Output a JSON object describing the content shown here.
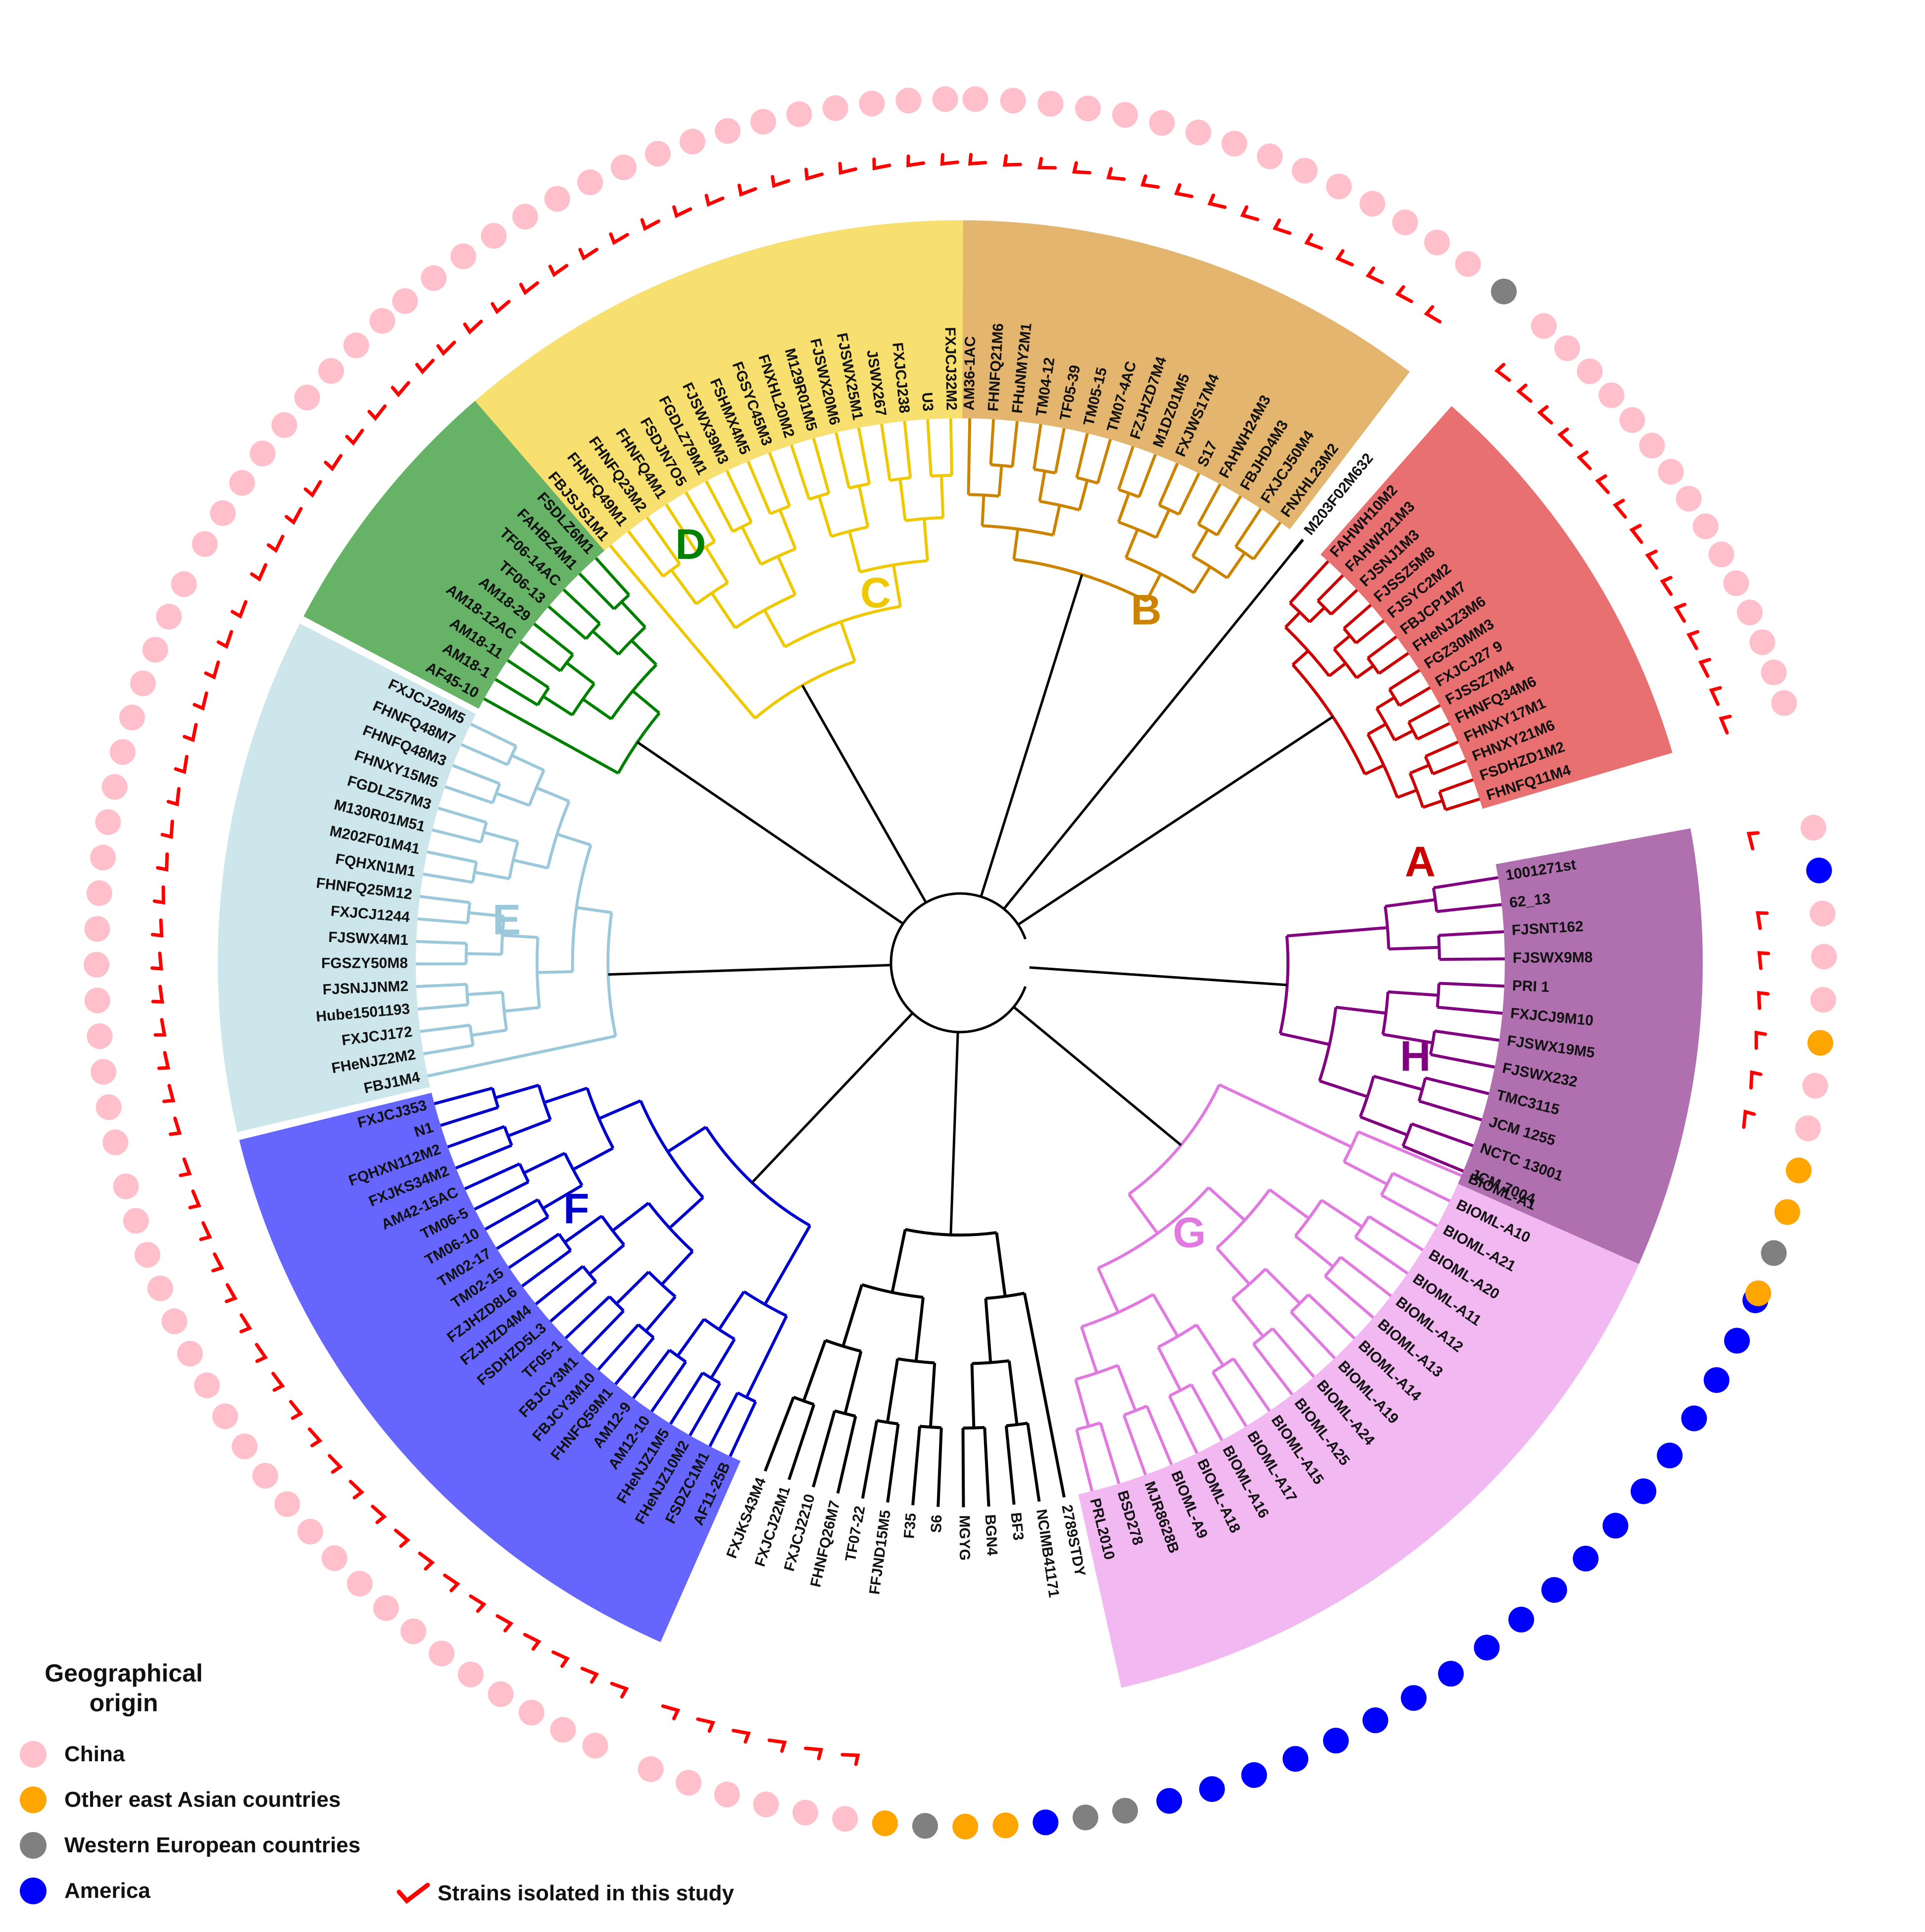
{
  "colors": {
    "China": "#FFC0CB",
    "Other east Asian countries": "#FFA500",
    "Western European countries": "#808080",
    "America": "#0000FF",
    "mark": "#FF0000"
  },
  "legend": {
    "title": "Geographical origin",
    "items": [
      {
        "label": "China",
        "color": "#FFC0CB"
      },
      {
        "label": "Other east Asian countries",
        "color": "#FFA500"
      },
      {
        "label": "Western European countries",
        "color": "#808080"
      },
      {
        "label": "America",
        "color": "#0000FF"
      }
    ],
    "study_mark_label": "Strains isolated in this study"
  },
  "clades": [
    {
      "id": "A",
      "line": "#CC0000",
      "band": "#E87070",
      "leaves": [
        "FHNFQ11M4",
        "FSDHZD1M2",
        "FHNXY21M6",
        "FHNXY17M1",
        "FHNFQ34M6",
        "FJSSZ7M4",
        "FXJCJ27 9",
        "FGZ30MM3",
        "FHeNJZ3M6",
        "FBJCP1M7",
        "FJSYC2M2",
        "FJSSZ5M8",
        "FJSNJ1M3",
        "FAHWH21M3",
        "FAHWH10M2"
      ]
    },
    {
      "id": "single",
      "line": "#000000",
      "band": null,
      "leaves": [
        "M203F02M632"
      ]
    },
    {
      "id": "B",
      "line": "#CC8400",
      "band": "#E3B56E",
      "leaves": [
        "FNXHL23M2",
        "FXJCJ50M4",
        "FBJHD4M3",
        "FAHWH24M3",
        "S17",
        "FXJWS17M4",
        "M1DZ01M5",
        "FZJHZD7M4",
        "TM07-4AC",
        "TM05-15",
        "TF05-39",
        "TM04-12",
        "FHuNMY2M1",
        "FHNFQ21M6",
        "AM36-1AC"
      ]
    },
    {
      "id": "C",
      "line": "#F0C800",
      "band": "#F8E070",
      "leaves": [
        "FXJCJ32M2",
        "U3",
        "FXJCJ238",
        "JSWX267",
        "FJSWX25M1",
        "FJSWX20M6",
        "M129R01M5",
        "FNXHL20M2",
        "FGSYC45M3",
        "FSHMX4M5",
        "FJSWX39M3",
        "FGDLZ79M1",
        "FSDJN7O5",
        "FHNFQ4M1",
        "FHNFQ23M2",
        "FHNFQ49M1",
        "FBJSJS1M1"
      ]
    },
    {
      "id": "D",
      "line": "#008000",
      "band": "#66B266",
      "leaves": [
        "FSDLZ6M1",
        "FAHBZ4M1",
        "TF06-14AC",
        "TF06-13",
        "AM18-29",
        "AM18-12AC",
        "AM18-11",
        "AM18-1",
        "AF45-10"
      ]
    },
    {
      "id": "E",
      "line": "#9BC8DA",
      "band": "#CDE6EC",
      "leaves": [
        "FXJCJ29M5",
        "FHNFQ48M7",
        "FHNFQ48M3",
        "FHNXY15M5",
        "FGDLZ57M3",
        "M130R01M51",
        "M202F01M41",
        "FQHXN1M1",
        "FHNFQ25M12",
        "FXJCJ1244",
        "FJSWX4M1",
        "FGSZY50M8",
        "FJSNJJNM2",
        "Hube1501193",
        "FXJCJ172",
        "FHeNJZ2M2",
        "FBJ1M4"
      ]
    },
    {
      "id": "F",
      "line": "#0000CC",
      "band": "#6666FF",
      "leaves": [
        "FXJCJ353",
        "N1",
        "FQHXN112M2",
        "FXJKS34M2",
        "AM42-15AC",
        "TM06-5",
        "TM06-10",
        "TM02-17",
        "TM02-15",
        "FZJHZD8L6",
        "FZJHZD4M4",
        "FSDHZD5L3",
        "TF05-1",
        "FBJCY3M1",
        "FBJCY3M10",
        "FHNFQ59M1",
        "AM12-9",
        "AM12-10",
        "FHeNJZ1M5",
        "FHeNJZ10M2",
        "FSDZC1M1",
        "AF11-25B"
      ]
    },
    {
      "id": "single2",
      "line": "#000000",
      "band": null,
      "leaves": [
        "FXJKS43M4",
        "FXJCJ22M1",
        "FXJCJ2210",
        "FHNFQ26M7",
        "TF07-22",
        "FFJND15M5",
        "F35",
        "S6",
        "MGYG",
        "BGN4",
        "BF3",
        "NCIMB41171",
        "2789STDY"
      ]
    },
    {
      "id": "G",
      "line": "#E07AE0",
      "band": "#F2B8F2",
      "leaves": [
        "PRL2010",
        "BSD278",
        "MJR8628B",
        "BIOML-A9",
        "BIOML-A18",
        "BIOML-A16",
        "BIOML-A17",
        "BIOML-A15",
        "BIOML-A25",
        "BIOML-A24",
        "BIOML-A19",
        "BIOML-A14",
        "BIOML-A13",
        "BIOML-A12",
        "BIOML-A11",
        "BIOML-A20",
        "BIOML-A21",
        "BIOML-A10",
        "BIOML-A1"
      ]
    },
    {
      "id": "H",
      "line": "#800080",
      "band": "#B070B0",
      "leaves": [
        "JCM 7004",
        "NCTC 13001",
        "JCM 1255",
        "TMC3115",
        "FJSWX232",
        "FJSWX19M5",
        "FXJCJ9M10",
        "PRI 1",
        "FJSWX9M8",
        "FJSNT162",
        "62_13",
        "1001271st"
      ]
    }
  ],
  "clade_labels": [
    "A",
    "B",
    "C",
    "D",
    "E",
    "F",
    "G",
    "H"
  ]
}
